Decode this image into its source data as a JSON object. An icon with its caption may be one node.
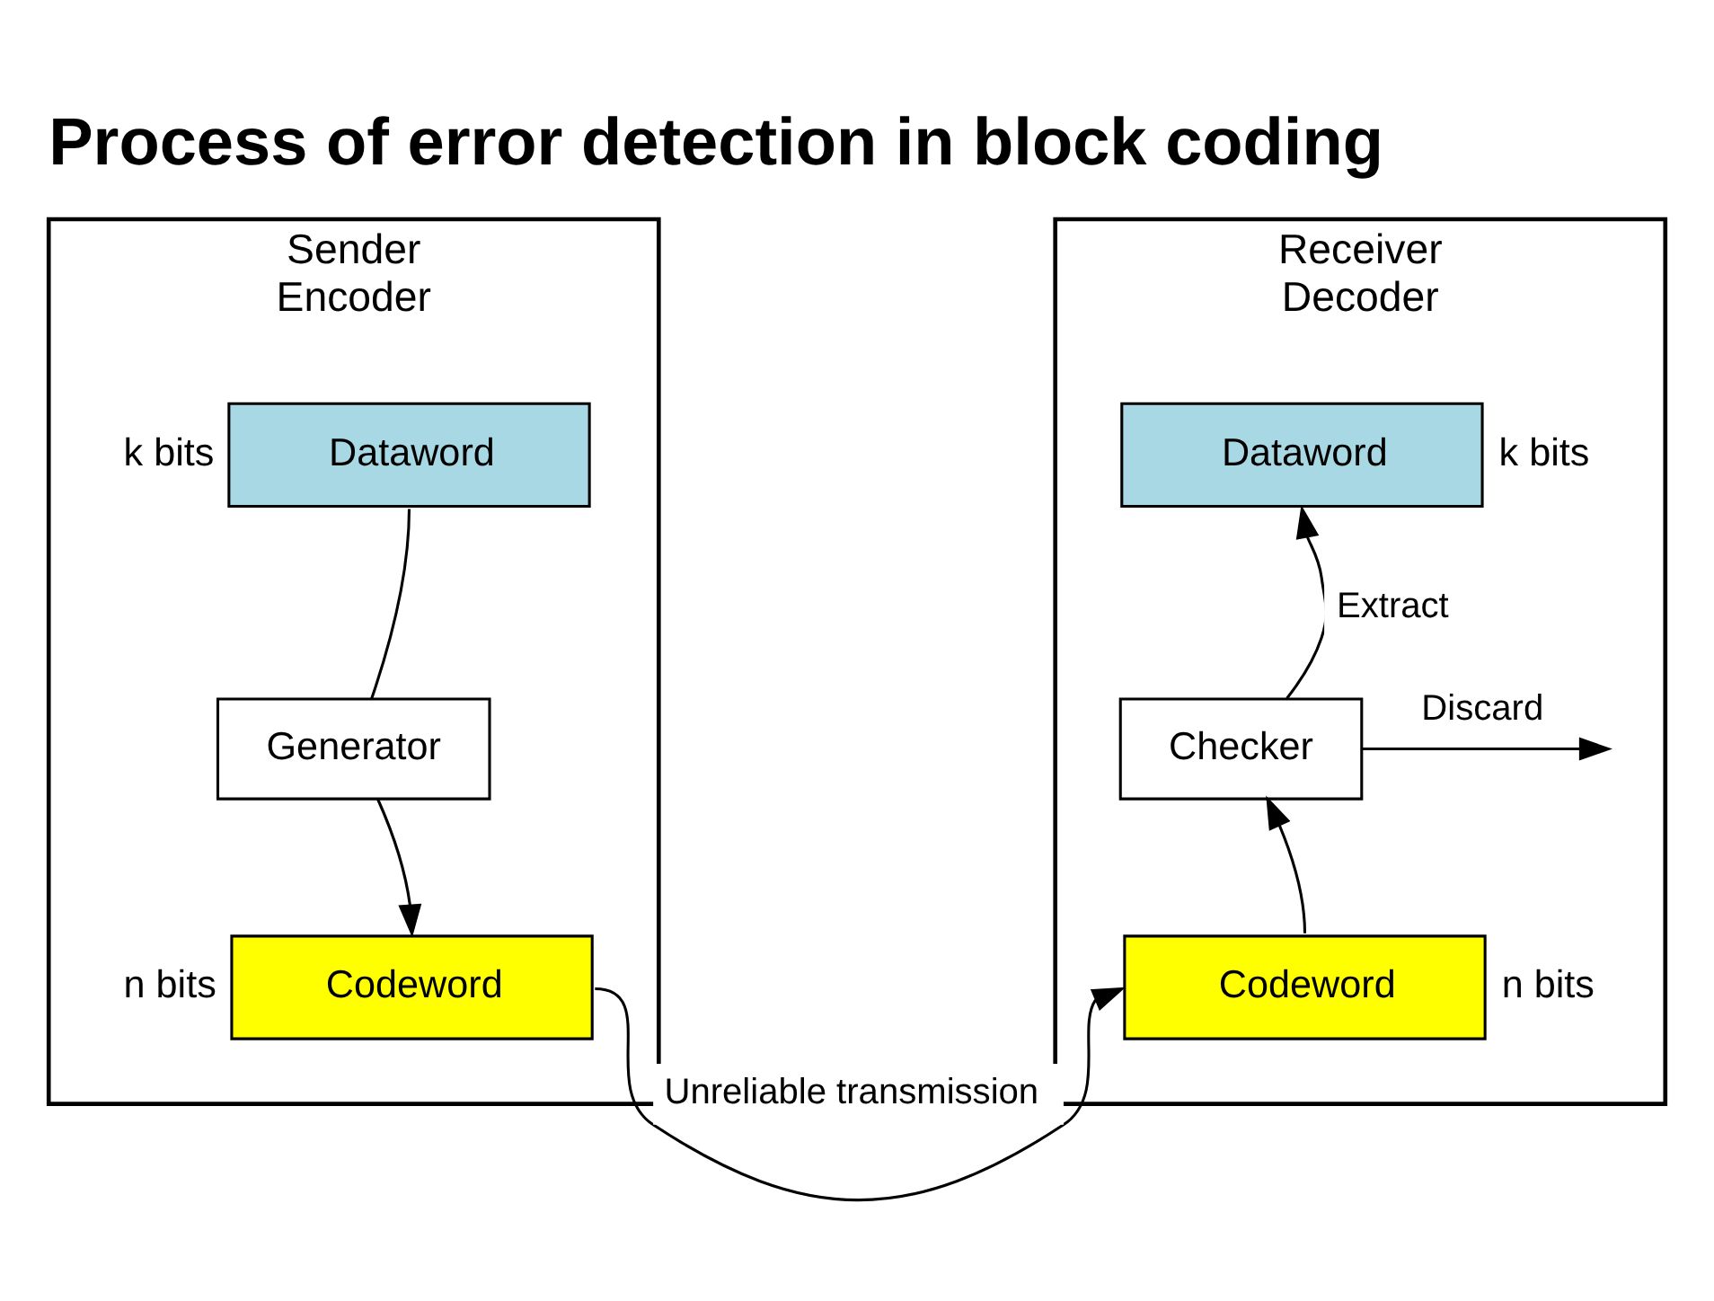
{
  "diagram": {
    "title": "Process of error detection in block coding",
    "nodes": [
      {
        "text": [
          "Sender",
          "Encoder"
        ]
      },
      {
        "text": [
          "Dataword"
        ],
        "in": 0,
        "beside": [
          "k bits"
        ]
      },
      {
        "text": [
          "Generator"
        ],
        "in": 0
      },
      {
        "text": [
          "Codeword"
        ],
        "in": 0,
        "beside": [
          "n bits"
        ]
      },
      {
        "text": [
          "Receiver",
          "Decoder"
        ]
      },
      {
        "text": [
          "Dataword"
        ],
        "in": 4,
        "beside": [
          "k bits"
        ]
      },
      {
        "text": [
          "Checker"
        ],
        "in": 4
      },
      {
        "text": [
          "Codeword"
        ],
        "in": 4,
        "beside": [
          "n bits"
        ]
      }
    ],
    "edges": [
      {
        "from": 1,
        "to": 2,
        "arrow": "none"
      },
      {
        "from": 2,
        "to": 3,
        "arrow": "to"
      },
      {
        "from": 3,
        "to": 7,
        "arrow": "to",
        "label": "Unreliable transmission"
      },
      {
        "from": 7,
        "to": 6,
        "arrow": "to"
      },
      {
        "from": 6,
        "to": 5,
        "arrow": "to",
        "label": "Extract"
      },
      {
        "from": 6,
        "to": null,
        "arrow": "to",
        "label": "Discard"
      }
    ]
  }
}
